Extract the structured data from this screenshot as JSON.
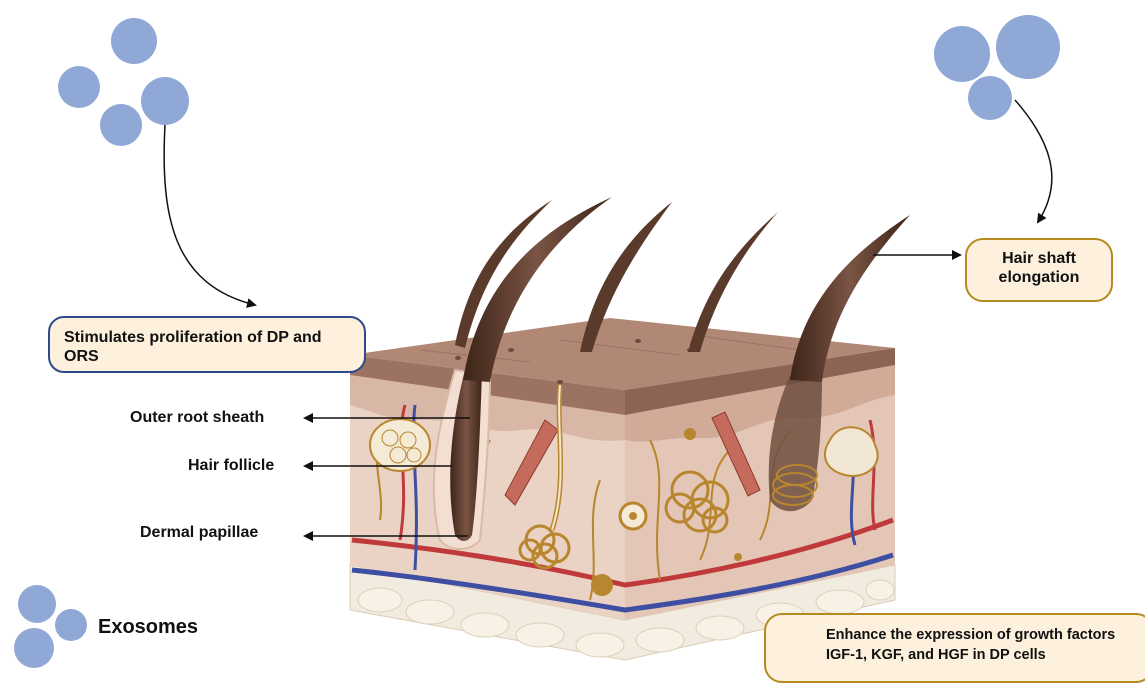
{
  "labels": {
    "outer_root_sheath": "Outer root sheath",
    "hair_follicle": "Hair follicle",
    "dermal_papillae": "Dermal papillae",
    "exosomes": "Exosomes"
  },
  "callouts": {
    "stimulates": "Stimulates proliferation of DP and ORS",
    "hair_shaft": "Hair shaft elongation",
    "enhance": "Enhance the expression of growth factors IGF-1, KGF, and HGF in DP cells"
  },
  "colors": {
    "exosome": "#8fa8d6",
    "skin_surface": "#a87e6e",
    "dermis": "#ead2c4",
    "hair": "#5a3a2a",
    "artery": "#c0393b",
    "vein": "#3e4fa3",
    "callout_fill": "#fdf0dc"
  }
}
